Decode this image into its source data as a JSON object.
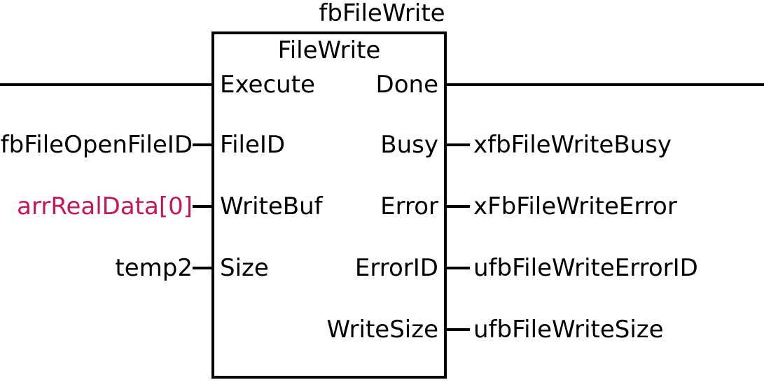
{
  "diagram": {
    "kind": "function-block-diagram",
    "language": "IEC 61131-3 FBD",
    "instance_name": "fbFileWrite",
    "block_type": "FileWrite",
    "colors": {
      "line": "#000000",
      "text": "#000000",
      "background": "#ffffff",
      "highlight_variable": "#c2185b"
    }
  },
  "inputs": [
    {
      "pin": "Execute",
      "variable": "",
      "wire": "full-left-rail",
      "highlight": false
    },
    {
      "pin": "FileID",
      "variable": "fbFileOpenFileID",
      "wire": "stub",
      "highlight": false
    },
    {
      "pin": "WriteBuf",
      "variable": "arrRealData[0]",
      "wire": "stub",
      "highlight": true
    },
    {
      "pin": "Size",
      "variable": "temp2",
      "wire": "stub",
      "highlight": false
    }
  ],
  "outputs": [
    {
      "pin": "Done",
      "variable": "",
      "wire": "full-right-rail",
      "highlight": false
    },
    {
      "pin": "Busy",
      "variable": "xfbFileWriteBusy",
      "wire": "stub",
      "highlight": false
    },
    {
      "pin": "Error",
      "variable": "xFbFileWriteError",
      "wire": "stub",
      "highlight": false
    },
    {
      "pin": "ErrorID",
      "variable": "ufbFileWriteErrorID",
      "wire": "stub",
      "highlight": false
    },
    {
      "pin": "WriteSize",
      "variable": "ufbFileWriteSize",
      "wire": "stub",
      "highlight": false
    }
  ]
}
